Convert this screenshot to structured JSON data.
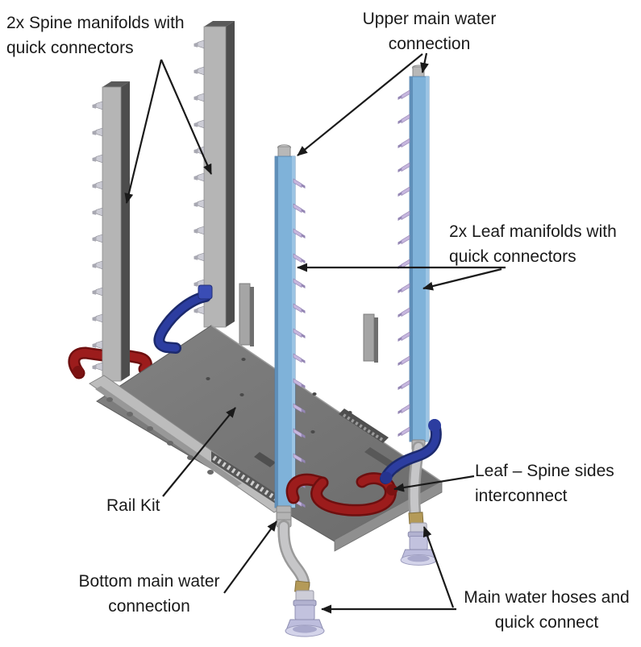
{
  "diagram": {
    "type": "technical-illustration",
    "callouts": [
      {
        "id": "spine-manifolds",
        "lines": [
          "2x Spine manifolds with",
          "quick connectors"
        ]
      },
      {
        "id": "upper-main-water",
        "lines": [
          "Upper main water",
          "connection"
        ]
      },
      {
        "id": "leaf-manifolds",
        "lines": [
          "2x Leaf manifolds with",
          "quick connectors"
        ]
      },
      {
        "id": "leaf-spine-interconnect",
        "lines": [
          "Leaf – Spine sides",
          "interconnect"
        ]
      },
      {
        "id": "rail-kit",
        "lines": [
          "Rail Kit"
        ]
      },
      {
        "id": "bottom-main-water",
        "lines": [
          "Bottom main water",
          "connection"
        ]
      },
      {
        "id": "main-water-hoses",
        "lines": [
          "Main water hoses and",
          "quick connect"
        ]
      }
    ],
    "colors": {
      "background": "#ffffff",
      "label_text": "#1a1a1a",
      "arrow": "#1a1a1a",
      "leaf_manifold_blue": "#7fb2d9",
      "spine_manifold_gray": "#b5b5b5",
      "rail_kit_gray": "#757575",
      "hose_red": "#9c1c1c",
      "hose_blue": "#2c3da0",
      "water_hose_gray": "#c6c6c8",
      "quick_connect_lavender": "#c2c2de",
      "fitting_brass": "#b49a58"
    }
  }
}
